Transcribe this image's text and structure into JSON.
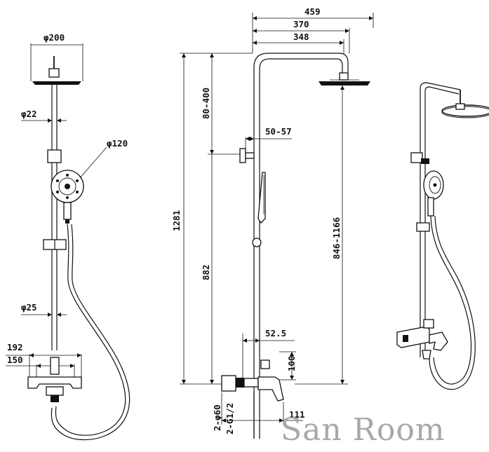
{
  "front_view": {
    "dims": {
      "overhead_diameter": "φ200",
      "pipe_diameter_upper": "φ22",
      "handshower_diameter": "φ120",
      "pipe_diameter_lower": "φ25",
      "width_192": "192",
      "width_150": "150"
    }
  },
  "side_view": {
    "dims": {
      "arm_total": "459",
      "arm_370": "370",
      "arm_348": "348",
      "height_total": "1281",
      "top_range": "80-400",
      "lower_height": "882",
      "adjust_range": "846-1166",
      "bracket_depth": "50-57",
      "valve_offset": "52.5",
      "valve_height": "100",
      "valve_depth": "111",
      "escutcheon": "2-φ60",
      "inlet_thread": "2-G1/2"
    }
  },
  "watermark": "San Room"
}
